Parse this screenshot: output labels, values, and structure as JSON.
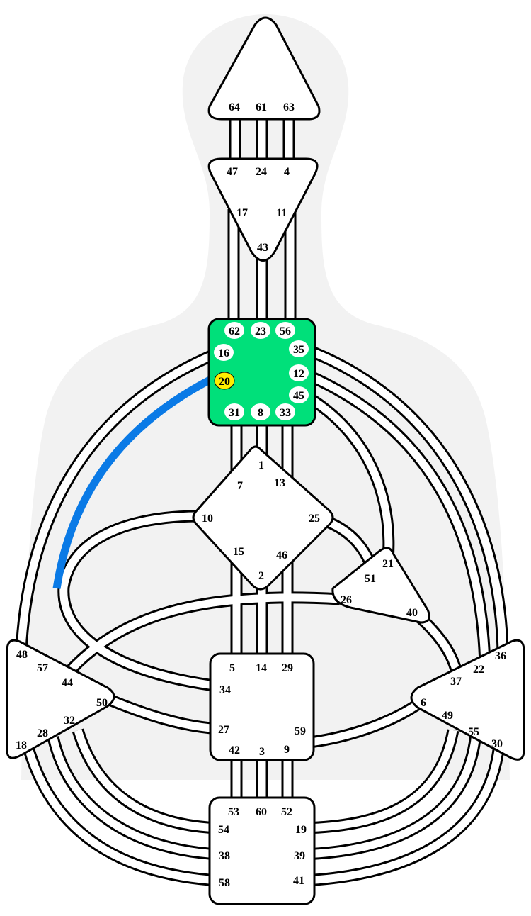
{
  "colors": {
    "background": "#ffffff",
    "silhouette": "#f2f2f2",
    "outline": "#000000",
    "channel_fill": "#ffffff",
    "center_fill": "#ffffff",
    "defined_center_fill": "#00e07a",
    "active_gate": "#ffee00",
    "gate_pill": "#ffffff",
    "active_channel": "#0a7ae6"
  },
  "centers": [
    {
      "id": "head",
      "name": "head-center",
      "defined": false
    },
    {
      "id": "ajna",
      "name": "ajna-center",
      "defined": false
    },
    {
      "id": "throat",
      "name": "throat-center",
      "defined": true
    },
    {
      "id": "g",
      "name": "g-center",
      "defined": false
    },
    {
      "id": "ego",
      "name": "ego-center",
      "defined": false
    },
    {
      "id": "spleen",
      "name": "spleen-center",
      "defined": false
    },
    {
      "id": "solar",
      "name": "solar-plexus-center",
      "defined": false
    },
    {
      "id": "sacral",
      "name": "sacral-center",
      "defined": false
    },
    {
      "id": "root",
      "name": "root-center",
      "defined": false
    }
  ],
  "gates": [
    {
      "n": "64",
      "center": "head"
    },
    {
      "n": "61",
      "center": "head"
    },
    {
      "n": "63",
      "center": "head"
    },
    {
      "n": "47",
      "center": "ajna"
    },
    {
      "n": "24",
      "center": "ajna"
    },
    {
      "n": "4",
      "center": "ajna"
    },
    {
      "n": "17",
      "center": "ajna"
    },
    {
      "n": "11",
      "center": "ajna"
    },
    {
      "n": "43",
      "center": "ajna"
    },
    {
      "n": "62",
      "center": "throat",
      "pill": true
    },
    {
      "n": "23",
      "center": "throat",
      "pill": true
    },
    {
      "n": "56",
      "center": "throat",
      "pill": true
    },
    {
      "n": "16",
      "center": "throat",
      "pill": true
    },
    {
      "n": "35",
      "center": "throat",
      "pill": true
    },
    {
      "n": "20",
      "center": "throat",
      "pill": true,
      "active": true
    },
    {
      "n": "12",
      "center": "throat",
      "pill": true
    },
    {
      "n": "45",
      "center": "throat",
      "pill": true
    },
    {
      "n": "31",
      "center": "throat",
      "pill": true
    },
    {
      "n": "8",
      "center": "throat",
      "pill": true
    },
    {
      "n": "33",
      "center": "throat",
      "pill": true
    },
    {
      "n": "1",
      "center": "g"
    },
    {
      "n": "7",
      "center": "g"
    },
    {
      "n": "13",
      "center": "g"
    },
    {
      "n": "10",
      "center": "g"
    },
    {
      "n": "25",
      "center": "g"
    },
    {
      "n": "15",
      "center": "g"
    },
    {
      "n": "46",
      "center": "g"
    },
    {
      "n": "2",
      "center": "g"
    },
    {
      "n": "21",
      "center": "ego"
    },
    {
      "n": "51",
      "center": "ego"
    },
    {
      "n": "26",
      "center": "ego"
    },
    {
      "n": "40",
      "center": "ego"
    },
    {
      "n": "48",
      "center": "spleen"
    },
    {
      "n": "57",
      "center": "spleen"
    },
    {
      "n": "44",
      "center": "spleen"
    },
    {
      "n": "50",
      "center": "spleen"
    },
    {
      "n": "32",
      "center": "spleen"
    },
    {
      "n": "28",
      "center": "spleen"
    },
    {
      "n": "18",
      "center": "spleen"
    },
    {
      "n": "36",
      "center": "solar"
    },
    {
      "n": "22",
      "center": "solar"
    },
    {
      "n": "37",
      "center": "solar"
    },
    {
      "n": "6",
      "center": "solar"
    },
    {
      "n": "49",
      "center": "solar"
    },
    {
      "n": "55",
      "center": "solar"
    },
    {
      "n": "30",
      "center": "solar"
    },
    {
      "n": "5",
      "center": "sacral"
    },
    {
      "n": "14",
      "center": "sacral"
    },
    {
      "n": "29",
      "center": "sacral"
    },
    {
      "n": "34",
      "center": "sacral"
    },
    {
      "n": "27",
      "center": "sacral"
    },
    {
      "n": "59",
      "center": "sacral"
    },
    {
      "n": "42",
      "center": "sacral"
    },
    {
      "n": "3",
      "center": "sacral"
    },
    {
      "n": "9",
      "center": "sacral"
    },
    {
      "n": "53",
      "center": "root"
    },
    {
      "n": "60",
      "center": "root"
    },
    {
      "n": "52",
      "center": "root"
    },
    {
      "n": "54",
      "center": "root"
    },
    {
      "n": "19",
      "center": "root"
    },
    {
      "n": "38",
      "center": "root"
    },
    {
      "n": "39",
      "center": "root"
    },
    {
      "n": "58",
      "center": "root"
    },
    {
      "n": "41",
      "center": "root"
    }
  ],
  "active_channels": [
    {
      "name": "channel-20-57",
      "gates": [
        "20",
        "57"
      ],
      "segment": "gate-20-half"
    }
  ]
}
